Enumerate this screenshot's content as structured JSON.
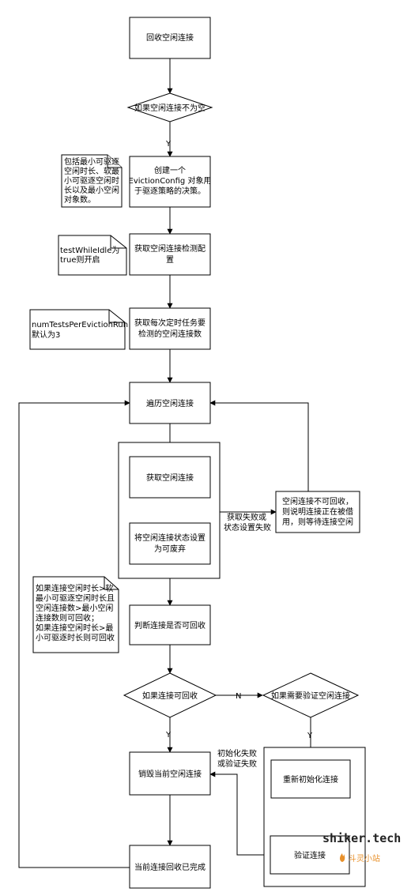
{
  "nodes": {
    "n_recycle": [
      "回收空闲连接"
    ],
    "d_idle_not_empty": [
      "如果空闲连接不为空"
    ],
    "n_create_config": [
      "创建一个",
      "EvictionConfig 对象用",
      "于驱逐策略的决策。"
    ],
    "n_get_idle_config": [
      "获取空闲连接检测配",
      "置"
    ],
    "n_get_num_tests": [
      "获取每次定时任务要",
      "检测的空闲连接数"
    ],
    "n_traverse": [
      "遍历空闲连接"
    ],
    "n_get_idle_conn": [
      "获取空闲连接"
    ],
    "n_set_state": [
      "将空闲连接状态设置",
      "为可废弃"
    ],
    "n_judge": [
      "判断连接是否可回收"
    ],
    "d_can_recycle": [
      "如果连接可回收"
    ],
    "d_need_validate": [
      "如果需要验证空闲连接"
    ],
    "n_destroy": [
      "销毁当前空闲连接"
    ],
    "n_reinit": [
      "重新初始化连接"
    ],
    "n_validate": [
      "验证连接"
    ],
    "n_done": [
      "当前连接回收已完成"
    ],
    "n_cannot_recycle": [
      "空闲连接不可回收，",
      "则说明连接正在被借",
      "用，则等待连接空闲"
    ]
  },
  "notes": {
    "note_eviction_config": [
      "包括最小可驱逐",
      "空闲时长、软最",
      "小可驱逐空闲时",
      "长以及最小空闲",
      "对象数。"
    ],
    "note_test_while_idle": [
      "testWhileIdle为",
      "true则开启"
    ],
    "note_num_tests": [
      "numTestsPerEvictionRun",
      "默认为3"
    ],
    "note_recycle_rule": [
      "如果连接空闲时长>软",
      "最小可驱逐空闲时长且",
      "空闲连接数>最小空闲",
      "连接数则可回收；",
      "如果连接空闲时长>最",
      "小可驱逐时长则可回收"
    ]
  },
  "edge_labels": {
    "y_after_idle_check": "Y",
    "y_after_can_recycle": "Y",
    "n_to_validate_check": "N",
    "y_after_need_validate": "Y",
    "fail_get_or_set": [
      "获取失败或",
      "状态设置失败"
    ],
    "fail_init_or_validate": [
      "初始化失败",
      "或验证失败"
    ]
  },
  "watermark": {
    "site": "shiker.tech",
    "sub": "斗灵小站",
    "icon": "flame-icon"
  },
  "colors": {
    "stroke": "#000000",
    "background": "#ffffff",
    "watermark_accent": "#e8902a"
  }
}
